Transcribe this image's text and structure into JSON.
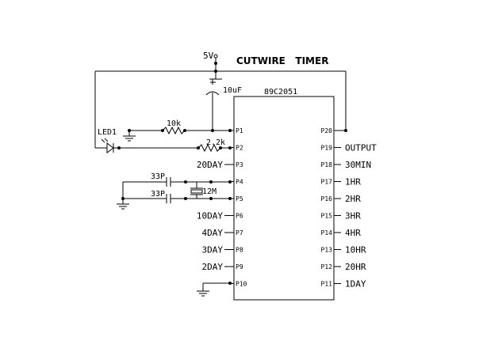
{
  "title": "CUTWIRE   TIMER",
  "chip": "89C2051",
  "supply": "5V",
  "components": {
    "led": "LED1",
    "r1": "10k",
    "r2": "2.2k",
    "cap": "10uF",
    "c1": "33P",
    "c2": "33P",
    "crystal": "12M"
  },
  "left_pins": [
    {
      "pin": "P1",
      "label": ""
    },
    {
      "pin": "P2",
      "label": ""
    },
    {
      "pin": "P3",
      "label": "20DAY"
    },
    {
      "pin": "P4",
      "label": ""
    },
    {
      "pin": "P5",
      "label": ""
    },
    {
      "pin": "P6",
      "label": "10DAY"
    },
    {
      "pin": "P7",
      "label": "4DAY"
    },
    {
      "pin": "P8",
      "label": "3DAY"
    },
    {
      "pin": "P9",
      "label": "2DAY"
    },
    {
      "pin": "P10",
      "label": ""
    }
  ],
  "right_pins": [
    {
      "pin": "P20",
      "label": ""
    },
    {
      "pin": "P19",
      "label": "OUTPUT"
    },
    {
      "pin": "P18",
      "label": "30MIN"
    },
    {
      "pin": "P17",
      "label": "1HR"
    },
    {
      "pin": "P16",
      "label": "2HR"
    },
    {
      "pin": "P15",
      "label": "3HR"
    },
    {
      "pin": "P14",
      "label": "4HR"
    },
    {
      "pin": "P13",
      "label": "10HR"
    },
    {
      "pin": "P12",
      "label": "20HR"
    },
    {
      "pin": "P11",
      "label": "1DAY"
    }
  ]
}
